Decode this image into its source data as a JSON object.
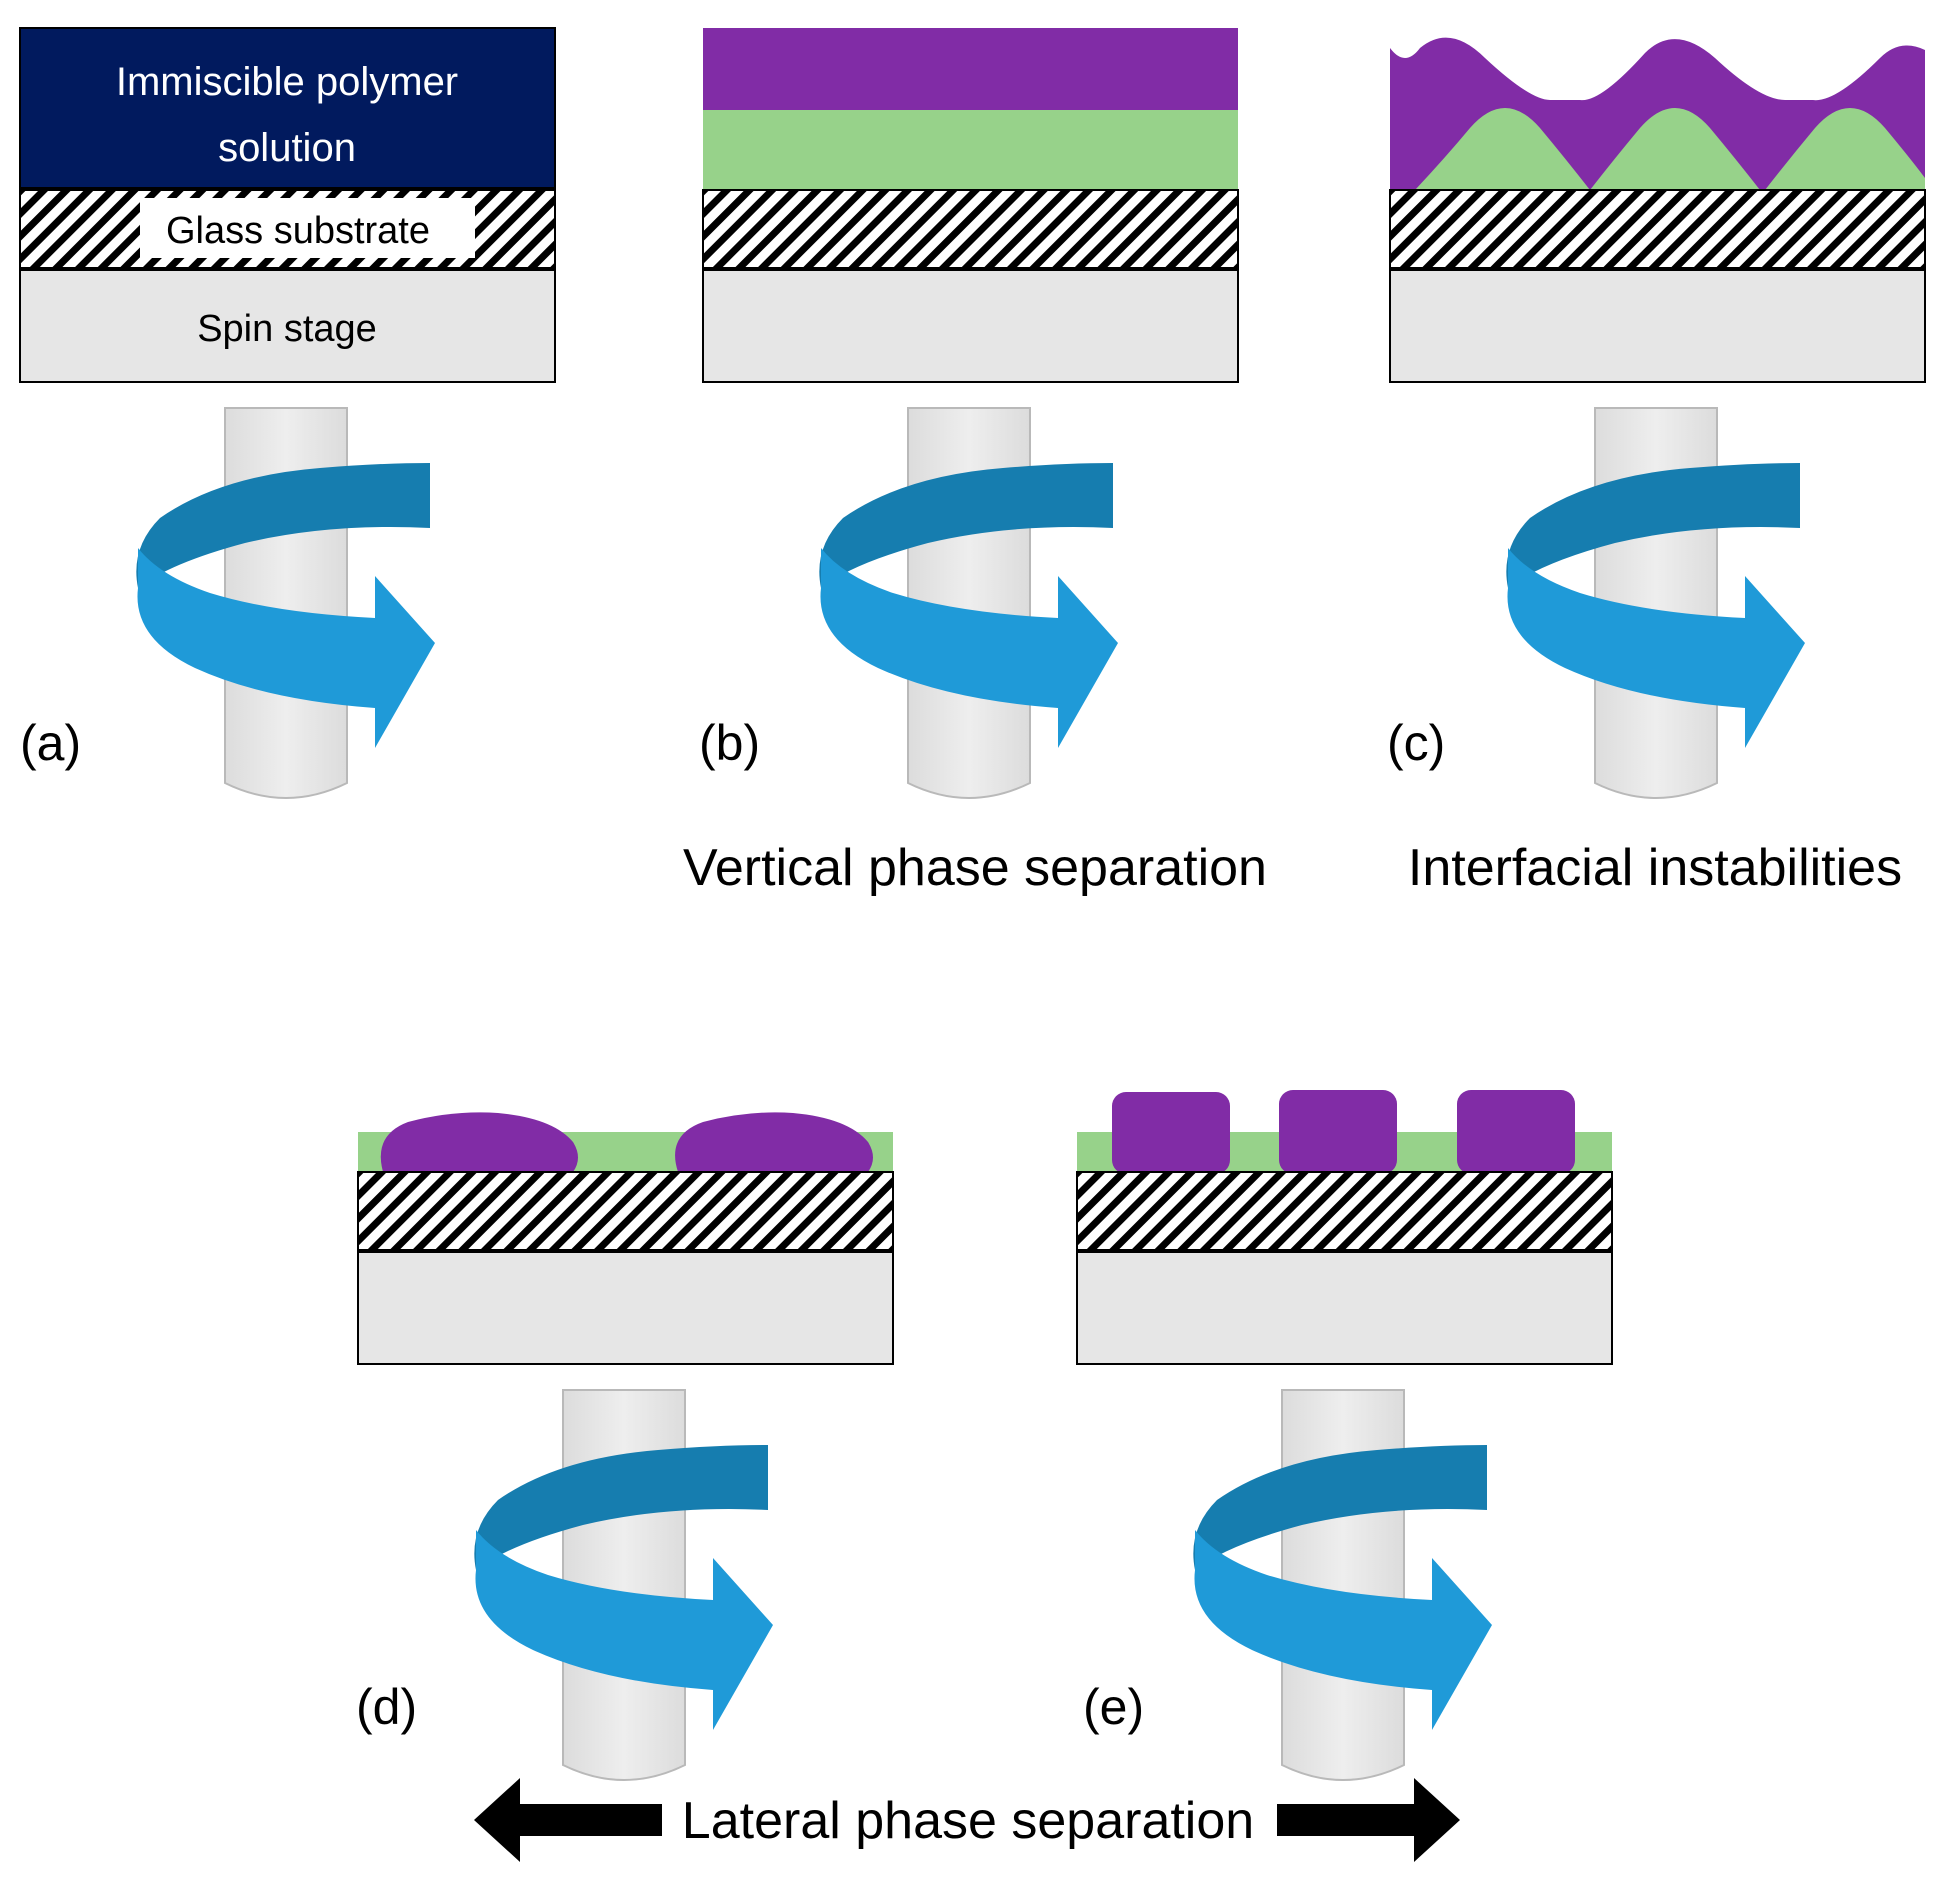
{
  "colors": {
    "solution": "#011a5e",
    "polymer_purple": "#812ca6",
    "polymer_green": "#97d28a",
    "spin_stage": "#e6e6e6",
    "shaft": "#e9e9e9",
    "arrow_light": "#1f9ad8",
    "arrow_dark": "#167daf",
    "outline": "#000000"
  },
  "panel_a": {
    "letter": "(a)",
    "solution_label_line1": "Immiscible polymer",
    "solution_label_line2": "solution",
    "substrate_label": "Glass substrate",
    "stage_label": "Spin stage"
  },
  "panel_b": {
    "letter": "(b)",
    "caption": "Vertical phase separation"
  },
  "panel_c": {
    "letter": "(c)",
    "caption": "Interfacial instabilities"
  },
  "panel_d": {
    "letter": "(d)"
  },
  "panel_e": {
    "letter": "(e)"
  },
  "bottom_caption": "Lateral phase separation",
  "icons": {
    "rotation": "curved-rotation-arrow-icon",
    "lateral_left": "left-arrow-icon",
    "lateral_right": "right-arrow-icon"
  }
}
